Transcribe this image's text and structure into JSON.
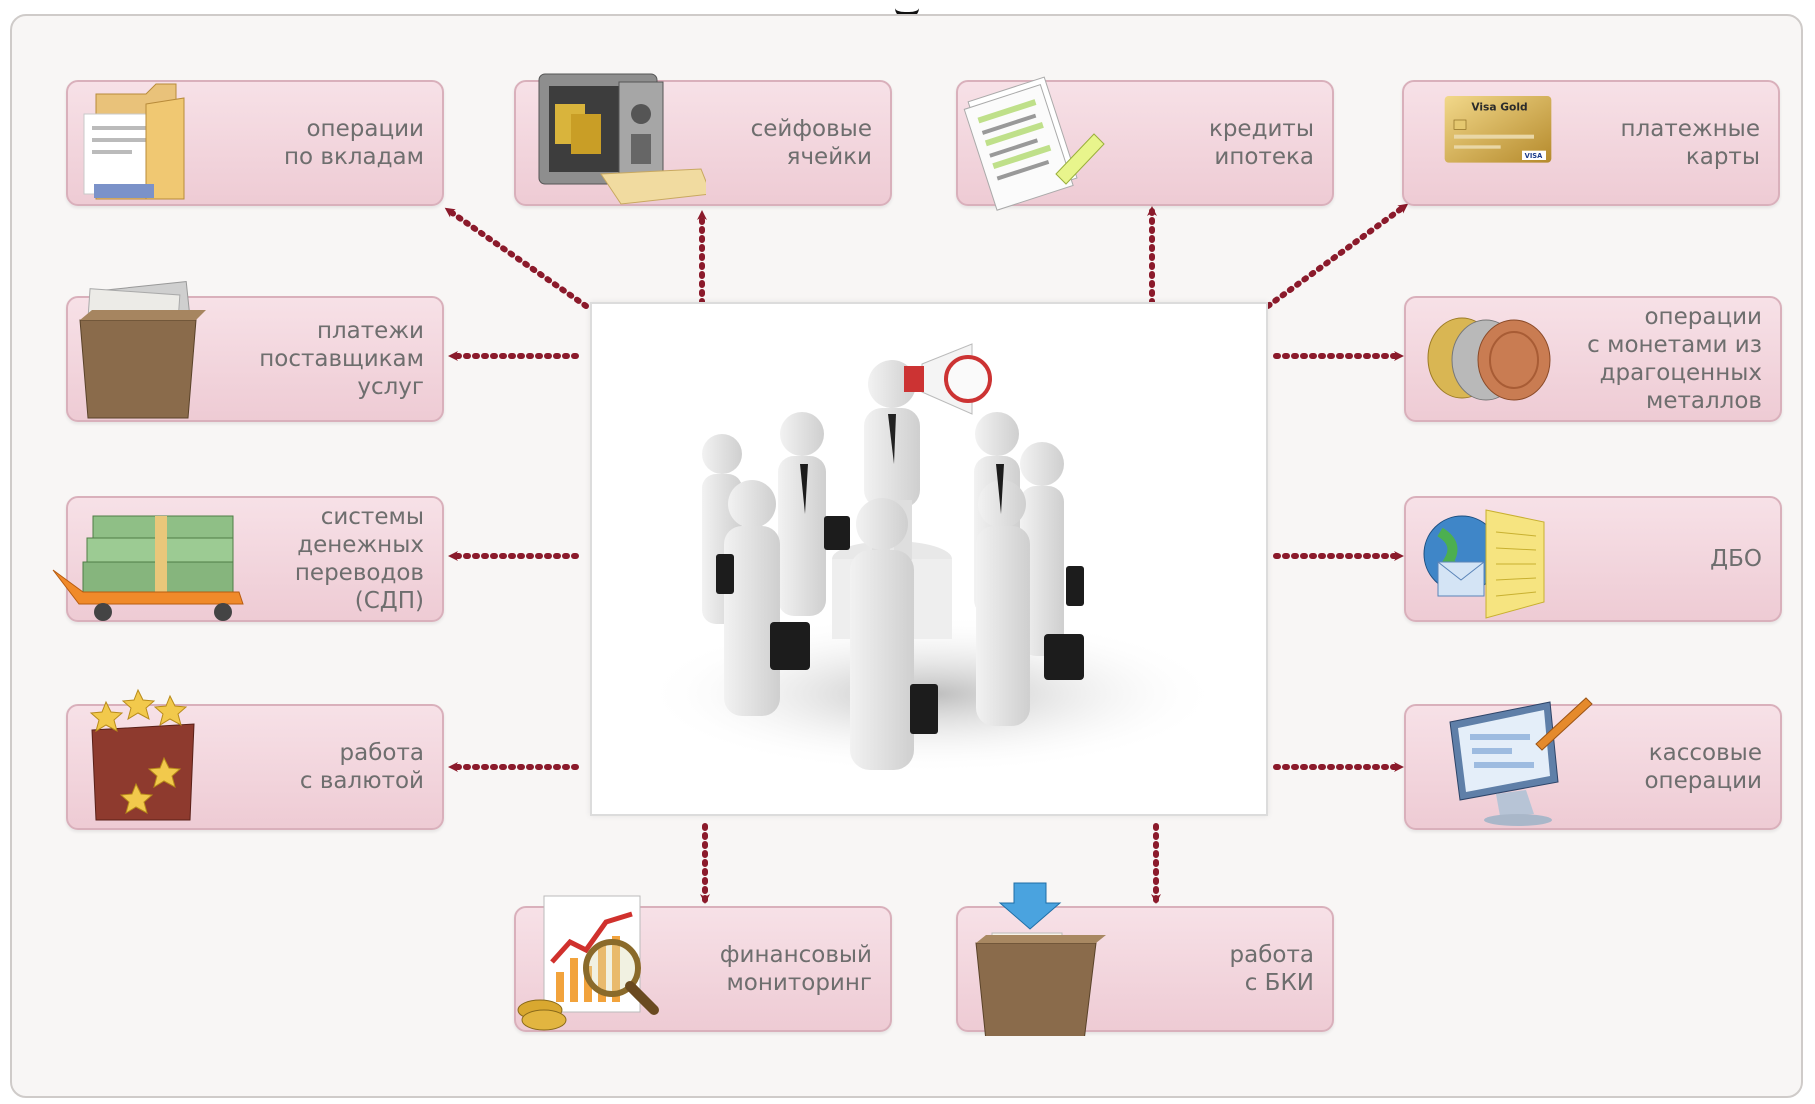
{
  "boxes": {
    "deposits": "операции\nпо вкладам",
    "safe": "сейфовые\nячейки",
    "credits": "кредиты\nипотека",
    "cards": "платежные\nкарты",
    "payments": "платежи\nпоставщикам\nуслуг",
    "coins": "операции\nс монетами из\nдрагоценных\nметаллов",
    "transfers": "системы\nденежных\nпереводов\n(СДП)",
    "dbo": "ДБО",
    "currency": "работа\nс валютой",
    "cash": "кассовые\nоперации",
    "monitoring": "финансовый\nмониторинг",
    "bki": "работа\nс БКИ"
  },
  "card_brand": "Visa Gold",
  "card_logo": "VISA",
  "icons": {
    "deposits": "folder-icon",
    "safe": "safe-icon",
    "credits": "documents-icon",
    "cards": "credit-card-icon",
    "payments": "folder-icon",
    "coins": "coins-icon",
    "transfers": "money-cart-icon",
    "dbo": "globe-mail-icon",
    "currency": "star-folder-icon",
    "cash": "monitor-icon",
    "monitoring": "chart-magnifier-icon",
    "bki": "download-folder-icon",
    "center": "business-people-megaphone-icon"
  },
  "colors": {
    "box_fill": "#f2d3dc",
    "box_border": "#d9b0bb",
    "arrow": "#8b1a2b",
    "label": "#6e6e6e"
  }
}
